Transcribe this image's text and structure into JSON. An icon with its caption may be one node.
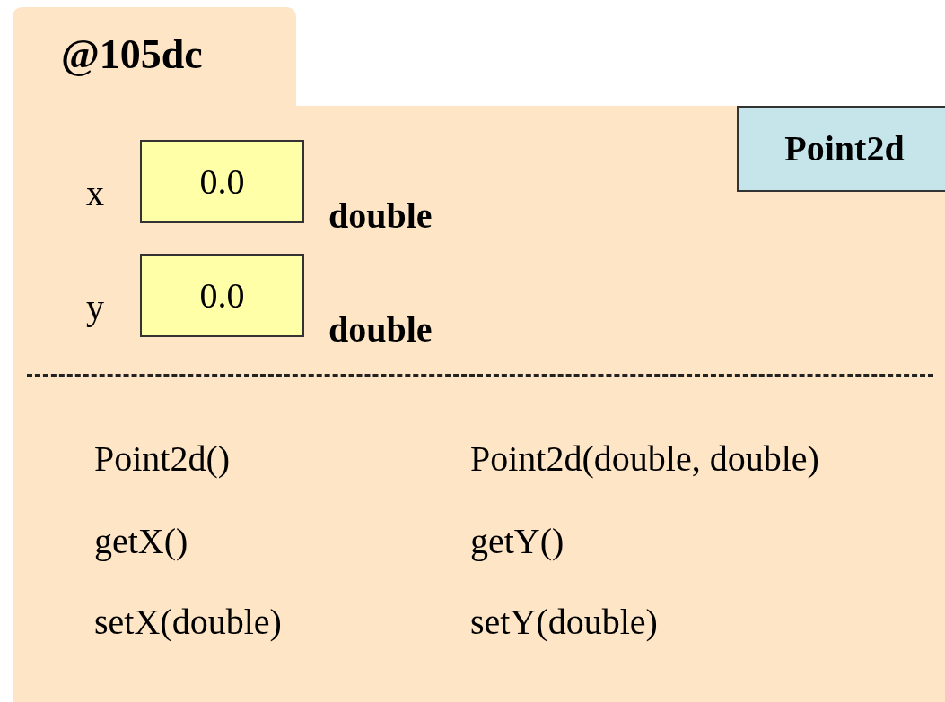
{
  "diagram": {
    "nodes": [
      {
        "text": [
          "@105dc"
        ]
      },
      {
        "text": [
          "Point2d"
        ],
        "in": 0
      },
      {
        "text": [
          "0.0"
        ],
        "in": 0,
        "beside": [
          "x",
          "double"
        ]
      },
      {
        "text": [
          "0.0"
        ],
        "in": 0,
        "beside": [
          "y",
          "double"
        ]
      }
    ],
    "edges": [],
    "labels": [
      "Point2d()",
      "Point2d(double, double)",
      "getX()",
      "getY()",
      "setX(double)",
      "setY(double)"
    ]
  }
}
